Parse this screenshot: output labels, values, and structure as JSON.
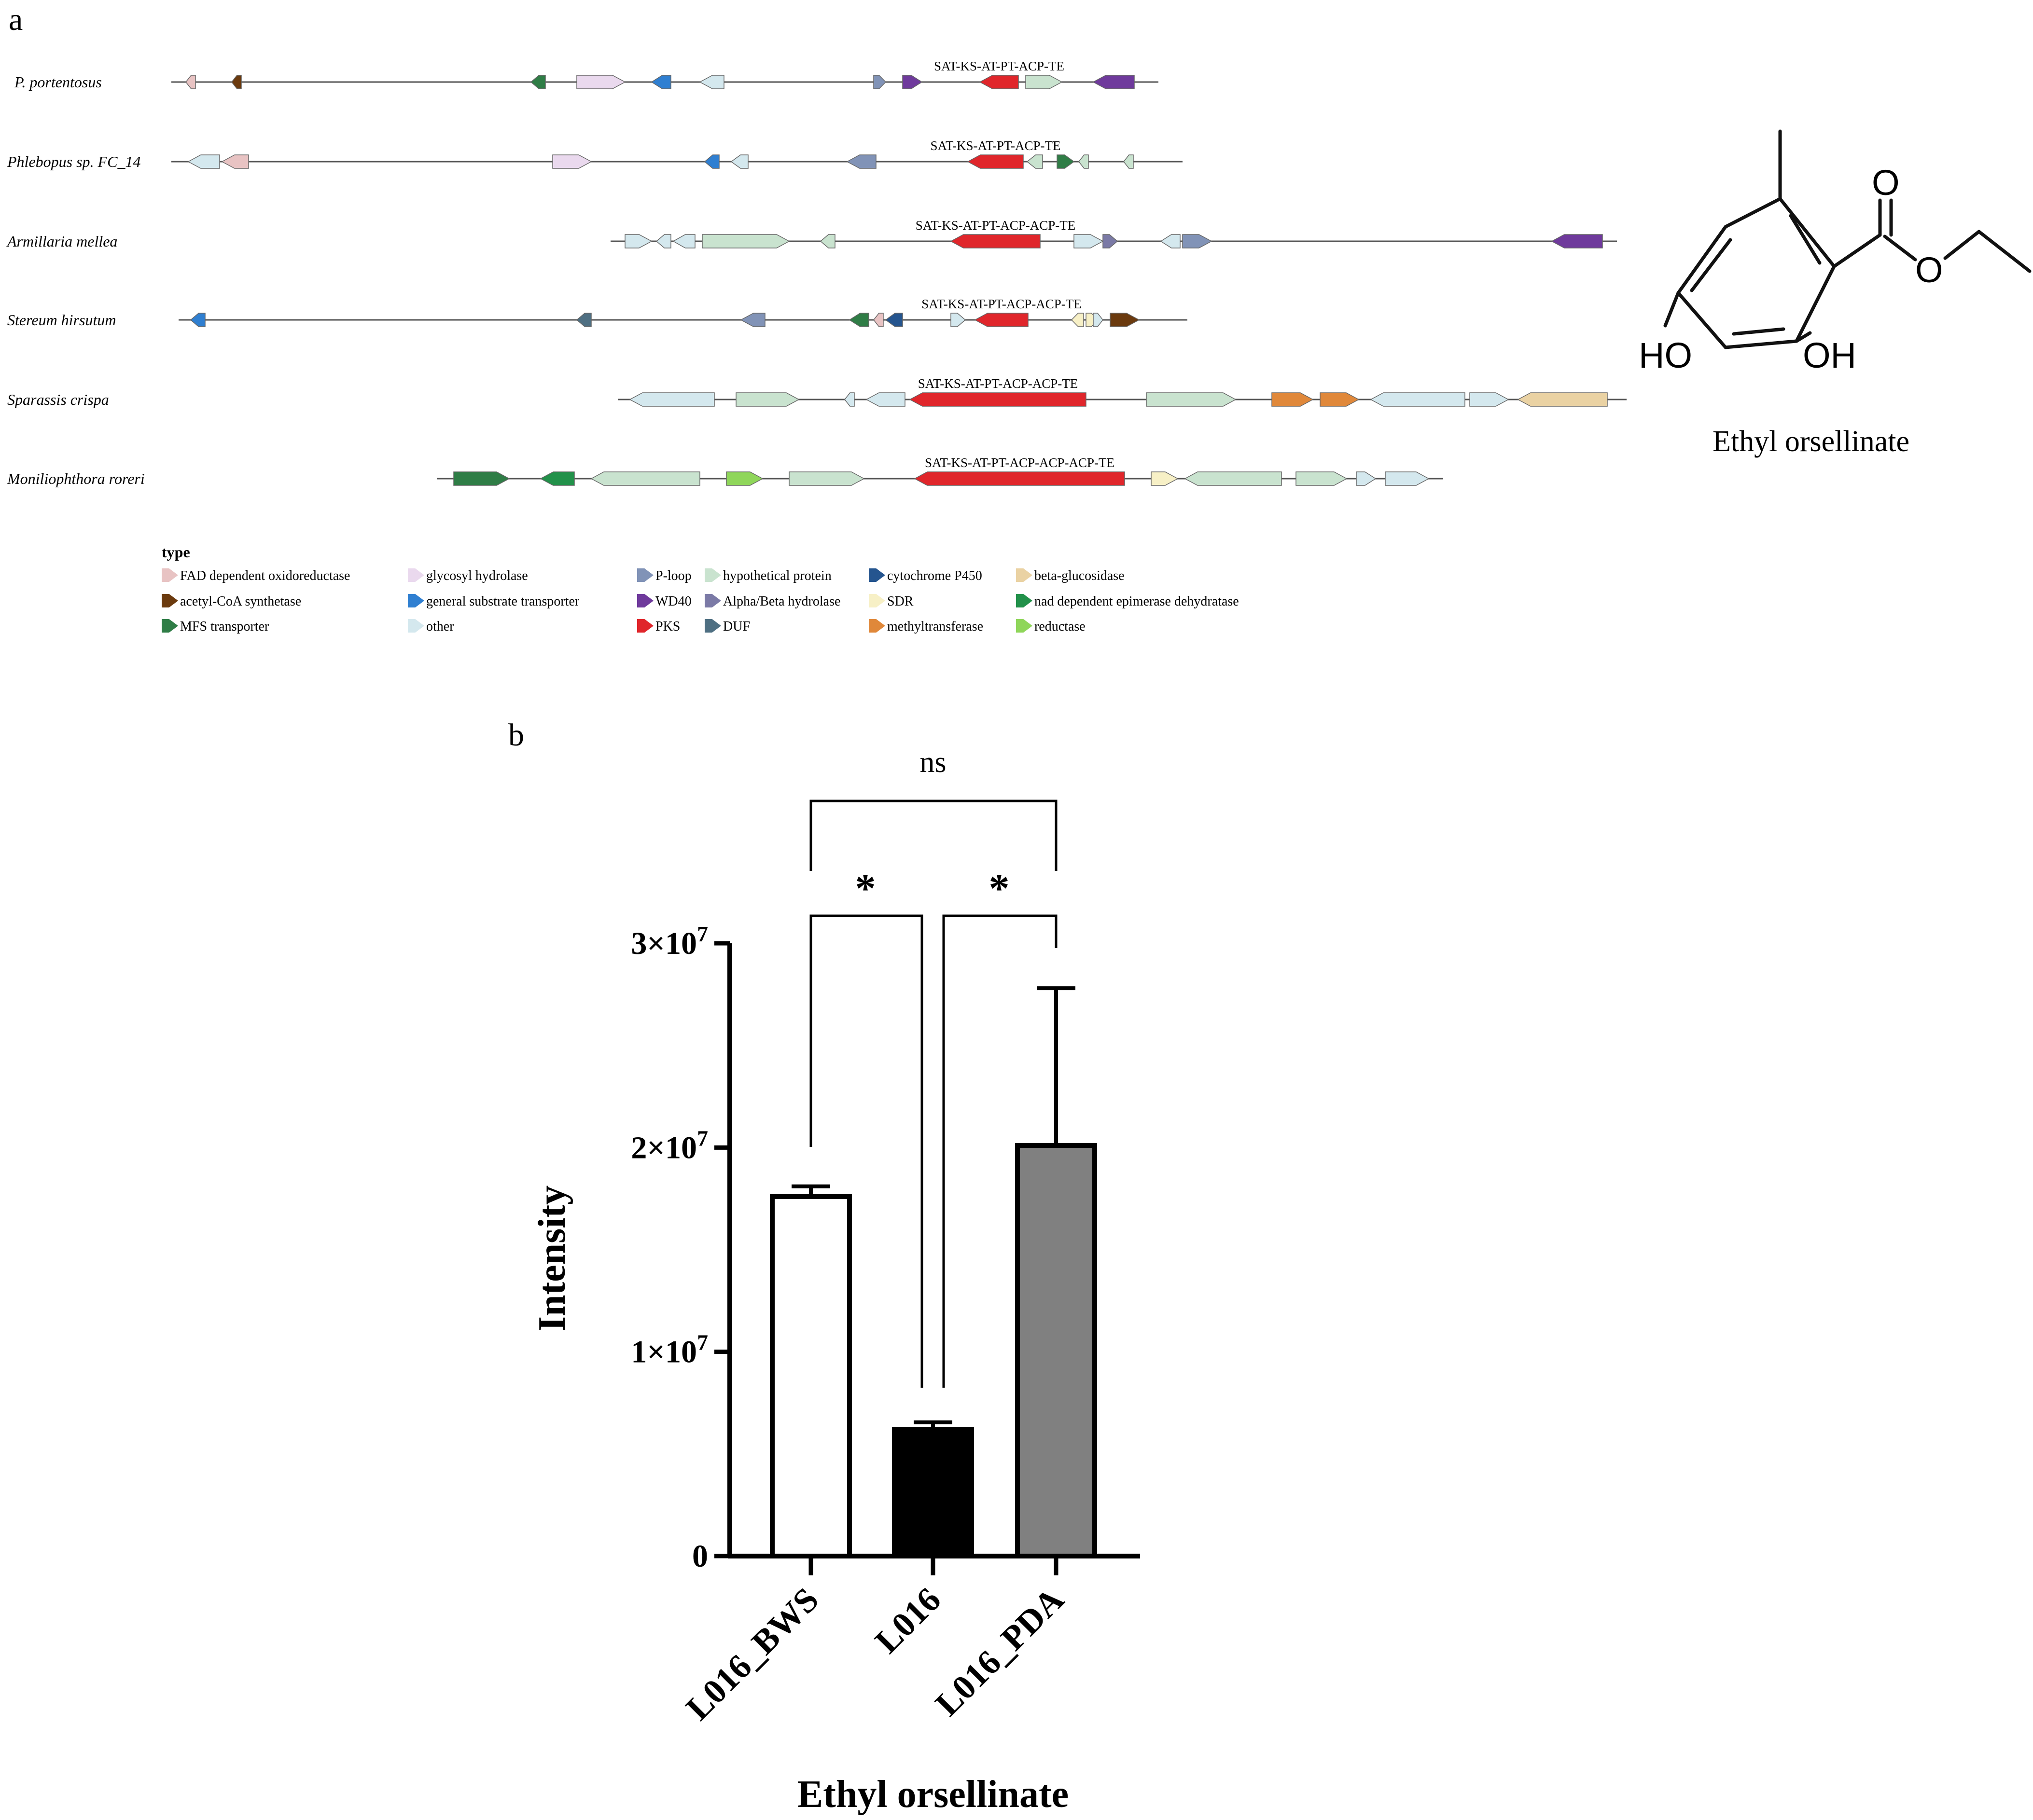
{
  "panel_a": {
    "letter": "a",
    "clusters": [
      {
        "species": "P. portentosus",
        "domain_label": "SAT-KS-AT-PT-ACP-TE",
        "start": 355,
        "end": 2400,
        "genes": [
          {
            "s": 385,
            "e": 405,
            "dir": -1,
            "type": "fad"
          },
          {
            "s": 480,
            "e": 500,
            "dir": -1,
            "type": "acetyl"
          },
          {
            "s": 1100,
            "e": 1130,
            "dir": -1,
            "type": "mfs"
          },
          {
            "s": 1195,
            "e": 1295,
            "dir": 1,
            "type": "glycosyl"
          },
          {
            "s": 1350,
            "e": 1390,
            "dir": -1,
            "type": "gst"
          },
          {
            "s": 1450,
            "e": 1500,
            "dir": -1,
            "type": "other"
          },
          {
            "s": 1810,
            "e": 1835,
            "dir": 1,
            "type": "ploop"
          },
          {
            "s": 1870,
            "e": 1910,
            "dir": 1,
            "type": "wd40"
          },
          {
            "s": 2030,
            "e": 2110,
            "dir": -1,
            "type": "pks"
          },
          {
            "s": 2125,
            "e": 2200,
            "dir": 1,
            "type": "hyp"
          },
          {
            "s": 2265,
            "e": 2350,
            "dir": -1,
            "type": "wd40"
          }
        ]
      },
      {
        "species": "Phlebopus sp. FC_14",
        "domain_label": "SAT-KS-AT-PT-ACP-TE",
        "start": 355,
        "end": 2450,
        "genes": [
          {
            "s": 390,
            "e": 455,
            "dir": -1,
            "type": "other"
          },
          {
            "s": 460,
            "e": 515,
            "dir": -1,
            "type": "fad"
          },
          {
            "s": 1145,
            "e": 1225,
            "dir": 1,
            "type": "glycosyl"
          },
          {
            "s": 1460,
            "e": 1490,
            "dir": -1,
            "type": "gst"
          },
          {
            "s": 1515,
            "e": 1550,
            "dir": -1,
            "type": "other"
          },
          {
            "s": 1755,
            "e": 1815,
            "dir": -1,
            "type": "ploop"
          },
          {
            "s": 2005,
            "e": 2120,
            "dir": -1,
            "type": "pks"
          },
          {
            "s": 2128,
            "e": 2160,
            "dir": -1,
            "type": "hyp"
          },
          {
            "s": 2190,
            "e": 2225,
            "dir": 1,
            "type": "mfs"
          },
          {
            "s": 2235,
            "e": 2255,
            "dir": -1,
            "type": "hyp"
          },
          {
            "s": 2328,
            "e": 2348,
            "dir": -1,
            "type": "hyp"
          }
        ]
      },
      {
        "species": "Armillaria mellea",
        "domain_label": "SAT-KS-AT-PT-ACP-ACP-TE",
        "start": 1265,
        "end": 3350,
        "genes": [
          {
            "s": 1295,
            "e": 1350,
            "dir": 1,
            "type": "other"
          },
          {
            "s": 1360,
            "e": 1390,
            "dir": -1,
            "type": "other"
          },
          {
            "s": 1395,
            "e": 1440,
            "dir": -1,
            "type": "other"
          },
          {
            "s": 1455,
            "e": 1635,
            "dir": 1,
            "type": "hyp"
          },
          {
            "s": 1700,
            "e": 1730,
            "dir": -1,
            "type": "hyp"
          },
          {
            "s": 1970,
            "e": 2155,
            "dir": -1,
            "type": "pks"
          },
          {
            "s": 2225,
            "e": 2285,
            "dir": 1,
            "type": "other"
          },
          {
            "s": 2285,
            "e": 2315,
            "dir": 1,
            "type": "ab"
          },
          {
            "s": 2405,
            "e": 2445,
            "dir": -1,
            "type": "other"
          },
          {
            "s": 2450,
            "e": 2510,
            "dir": 1,
            "type": "ploop"
          },
          {
            "s": 3215,
            "e": 3320,
            "dir": -1,
            "type": "wd40"
          }
        ]
      },
      {
        "species": "Stereum hirsutum",
        "domain_label": "SAT-KS-AT-PT-ACP-ACP-TE",
        "start": 370,
        "end": 2460,
        "genes": [
          {
            "s": 395,
            "e": 425,
            "dir": -1,
            "type": "gst"
          },
          {
            "s": 1195,
            "e": 1225,
            "dir": -1,
            "type": "duf"
          },
          {
            "s": 1535,
            "e": 1585,
            "dir": -1,
            "type": "ploop"
          },
          {
            "s": 1760,
            "e": 1800,
            "dir": -1,
            "type": "mfs"
          },
          {
            "s": 1810,
            "e": 1830,
            "dir": -1,
            "type": "fad"
          },
          {
            "s": 1835,
            "e": 1870,
            "dir": -1,
            "type": "cyp"
          },
          {
            "s": 1970,
            "e": 2000,
            "dir": 1,
            "type": "other"
          },
          {
            "s": 2020,
            "e": 2130,
            "dir": -1,
            "type": "pks"
          },
          {
            "s": 2220,
            "e": 2245,
            "dir": -1,
            "type": "sdr"
          },
          {
            "s": 2250,
            "e": 2275,
            "dir": 1,
            "type": "sdr"
          },
          {
            "s": 2265,
            "e": 2285,
            "dir": 1,
            "type": "other"
          },
          {
            "s": 2300,
            "e": 2360,
            "dir": 1,
            "type": "acetyl"
          }
        ]
      },
      {
        "species": "Sparassis crispa",
        "domain_label": "SAT-KS-AT-PT-ACP-ACP-TE",
        "start": 1280,
        "end": 3370,
        "genes": [
          {
            "s": 1305,
            "e": 1480,
            "dir": -1,
            "type": "other"
          },
          {
            "s": 1525,
            "e": 1655,
            "dir": 1,
            "type": "hyp"
          },
          {
            "s": 1750,
            "e": 1770,
            "dir": -1,
            "type": "other"
          },
          {
            "s": 1795,
            "e": 1875,
            "dir": -1,
            "type": "other"
          },
          {
            "s": 1885,
            "e": 2250,
            "dir": -1,
            "type": "pks"
          },
          {
            "s": 2375,
            "e": 2560,
            "dir": 1,
            "type": "hyp"
          },
          {
            "s": 2635,
            "e": 2720,
            "dir": 1,
            "type": "methyl"
          },
          {
            "s": 2735,
            "e": 2815,
            "dir": 1,
            "type": "methyl"
          },
          {
            "s": 2840,
            "e": 3035,
            "dir": -1,
            "type": "other"
          },
          {
            "s": 3045,
            "e": 3125,
            "dir": 1,
            "type": "other"
          },
          {
            "s": 3145,
            "e": 3330,
            "dir": -1,
            "type": "beta"
          }
        ]
      },
      {
        "species": "Moniliophthora roreri",
        "domain_label": "SAT-KS-AT-PT-ACP-ACP-ACP-TE",
        "start": 905,
        "end": 2990,
        "genes": [
          {
            "s": 940,
            "e": 1055,
            "dir": 1,
            "type": "mfs"
          },
          {
            "s": 1120,
            "e": 1190,
            "dir": -1,
            "type": "nad"
          },
          {
            "s": 1225,
            "e": 1450,
            "dir": -1,
            "type": "hyp"
          },
          {
            "s": 1505,
            "e": 1580,
            "dir": 1,
            "type": "reductase"
          },
          {
            "s": 1635,
            "e": 1790,
            "dir": 1,
            "type": "hyp"
          },
          {
            "s": 1895,
            "e": 2330,
            "dir": -1,
            "type": "pks"
          },
          {
            "s": 2385,
            "e": 2440,
            "dir": 1,
            "type": "sdr"
          },
          {
            "s": 2455,
            "e": 2655,
            "dir": -1,
            "type": "hyp"
          },
          {
            "s": 2685,
            "e": 2790,
            "dir": 1,
            "type": "hyp"
          },
          {
            "s": 2810,
            "e": 2850,
            "dir": 1,
            "type": "other"
          },
          {
            "s": 2870,
            "e": 2960,
            "dir": 1,
            "type": "other"
          }
        ]
      }
    ],
    "legend_title": "type",
    "legend": [
      {
        "key": "fad",
        "label": "FAD dependent oxidoreductase",
        "color": "#e8c3c3"
      },
      {
        "key": "acetyl",
        "label": "acetyl-CoA synthetase",
        "color": "#6b3a0e"
      },
      {
        "key": "mfs",
        "label": "MFS transporter",
        "color": "#2f7d46"
      },
      {
        "key": "glycosyl",
        "label": "glycosyl hydrolase",
        "color": "#ead9ee"
      },
      {
        "key": "gst",
        "label": "general substrate transporter",
        "color": "#2f7fd1"
      },
      {
        "key": "other",
        "label": "other",
        "color": "#d4e8ee"
      },
      {
        "key": "ploop",
        "label": "P-loop",
        "color": "#8193b7"
      },
      {
        "key": "wd40",
        "label": "WD40",
        "color": "#6f3a9c"
      },
      {
        "key": "pks",
        "label": "PKS",
        "color": "#e0262b"
      },
      {
        "key": "hyp",
        "label": "hypothetical protein",
        "color": "#c9e3cf"
      },
      {
        "key": "ab",
        "label": "Alpha/Beta hydrolase",
        "color": "#7b7aa6"
      },
      {
        "key": "duf",
        "label": "DUF",
        "color": "#4e6f82"
      },
      {
        "key": "cyp",
        "label": "cytochrome P450",
        "color": "#25558f"
      },
      {
        "key": "sdr",
        "label": "SDR",
        "color": "#f7f0c6"
      },
      {
        "key": "methyl",
        "label": "methyltransferase",
        "color": "#e0883a"
      },
      {
        "key": "beta",
        "label": "beta-glucosidase",
        "color": "#ead2a3"
      },
      {
        "key": "nad",
        "label": "nad dependent epimerase dehydratase",
        "color": "#22914a"
      },
      {
        "key": "reductase",
        "label": "reductase",
        "color": "#8fd65a"
      }
    ]
  },
  "molecule": {
    "label_ho": "HO",
    "label_oh": "OH",
    "label_o_carbonyl": "O",
    "label_o_ester": "O",
    "name": "Ethyl orsellinate"
  },
  "panel_b": {
    "letter": "b",
    "sig_top": "ns",
    "sig_left": "*",
    "sig_right": "*",
    "chart_data": {
      "type": "bar",
      "title": "",
      "xlabel": "Ethyl orsellinate",
      "ylabel": "Intensity",
      "ylim": [
        0,
        30000000
      ],
      "yticks": [
        {
          "value": 0,
          "base": "0",
          "exp": ""
        },
        {
          "value": 10000000,
          "base": "1×10",
          "exp": "7"
        },
        {
          "value": 20000000,
          "base": "2×10",
          "exp": "7"
        },
        {
          "value": 30000000,
          "base": "3×10",
          "exp": "7"
        }
      ],
      "categories": [
        "L016_BWS",
        "L016",
        "L016_PDA"
      ],
      "values": [
        17600000,
        6200000,
        20100000
      ],
      "errors": [
        500000,
        350000,
        7700000
      ],
      "colors": [
        "#ffffff",
        "#000000",
        "#808080"
      ],
      "comparisons": [
        {
          "a": "L016_BWS",
          "b": "L016",
          "label": "*"
        },
        {
          "a": "L016",
          "b": "L016_PDA",
          "label": "*"
        },
        {
          "a": "L016_BWS",
          "b": "L016_PDA",
          "label": "ns"
        }
      ]
    }
  }
}
